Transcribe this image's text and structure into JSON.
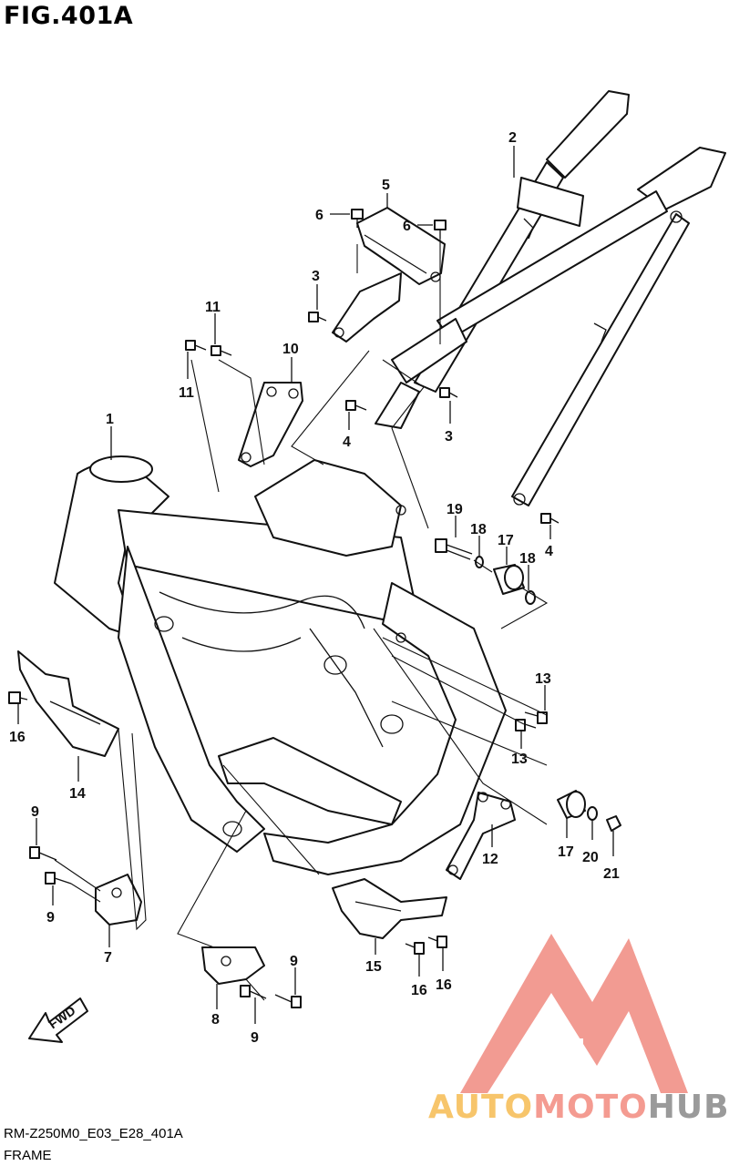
{
  "figure": {
    "title": "FIG.401A",
    "code": "RM-Z250M0_E03_E28_401A",
    "name": "FRAME"
  },
  "direction_label": "FWD",
  "watermark": {
    "part1": "AUTO",
    "part2": "MOTO",
    "part3": "HUB",
    "colors": {
      "auto": "#f7c56b",
      "moto": "#f49b91",
      "hub": "#9a9a9a",
      "logo": "#f08a80"
    }
  },
  "callouts": [
    {
      "id": "c1",
      "label": "1"
    },
    {
      "id": "c2",
      "label": "2"
    },
    {
      "id": "c3a",
      "label": "3"
    },
    {
      "id": "c3b",
      "label": "3"
    },
    {
      "id": "c4a",
      "label": "4"
    },
    {
      "id": "c4b",
      "label": "4"
    },
    {
      "id": "c5",
      "label": "5"
    },
    {
      "id": "c6a",
      "label": "6"
    },
    {
      "id": "c6b",
      "label": "6"
    },
    {
      "id": "c7",
      "label": "7"
    },
    {
      "id": "c8",
      "label": "8"
    },
    {
      "id": "c9a",
      "label": "9"
    },
    {
      "id": "c9b",
      "label": "9"
    },
    {
      "id": "c9c",
      "label": "9"
    },
    {
      "id": "c9d",
      "label": "9"
    },
    {
      "id": "c10",
      "label": "10"
    },
    {
      "id": "c11a",
      "label": "11"
    },
    {
      "id": "c11b",
      "label": "11"
    },
    {
      "id": "c12",
      "label": "12"
    },
    {
      "id": "c13a",
      "label": "13"
    },
    {
      "id": "c13b",
      "label": "13"
    },
    {
      "id": "c14",
      "label": "14"
    },
    {
      "id": "c15",
      "label": "15"
    },
    {
      "id": "c16a",
      "label": "16"
    },
    {
      "id": "c16b",
      "label": "16"
    },
    {
      "id": "c16c",
      "label": "16"
    },
    {
      "id": "c17a",
      "label": "17"
    },
    {
      "id": "c17b",
      "label": "17"
    },
    {
      "id": "c18a",
      "label": "18"
    },
    {
      "id": "c18b",
      "label": "18"
    },
    {
      "id": "c19",
      "label": "19"
    },
    {
      "id": "c20",
      "label": "20"
    },
    {
      "id": "c21",
      "label": "21"
    }
  ]
}
